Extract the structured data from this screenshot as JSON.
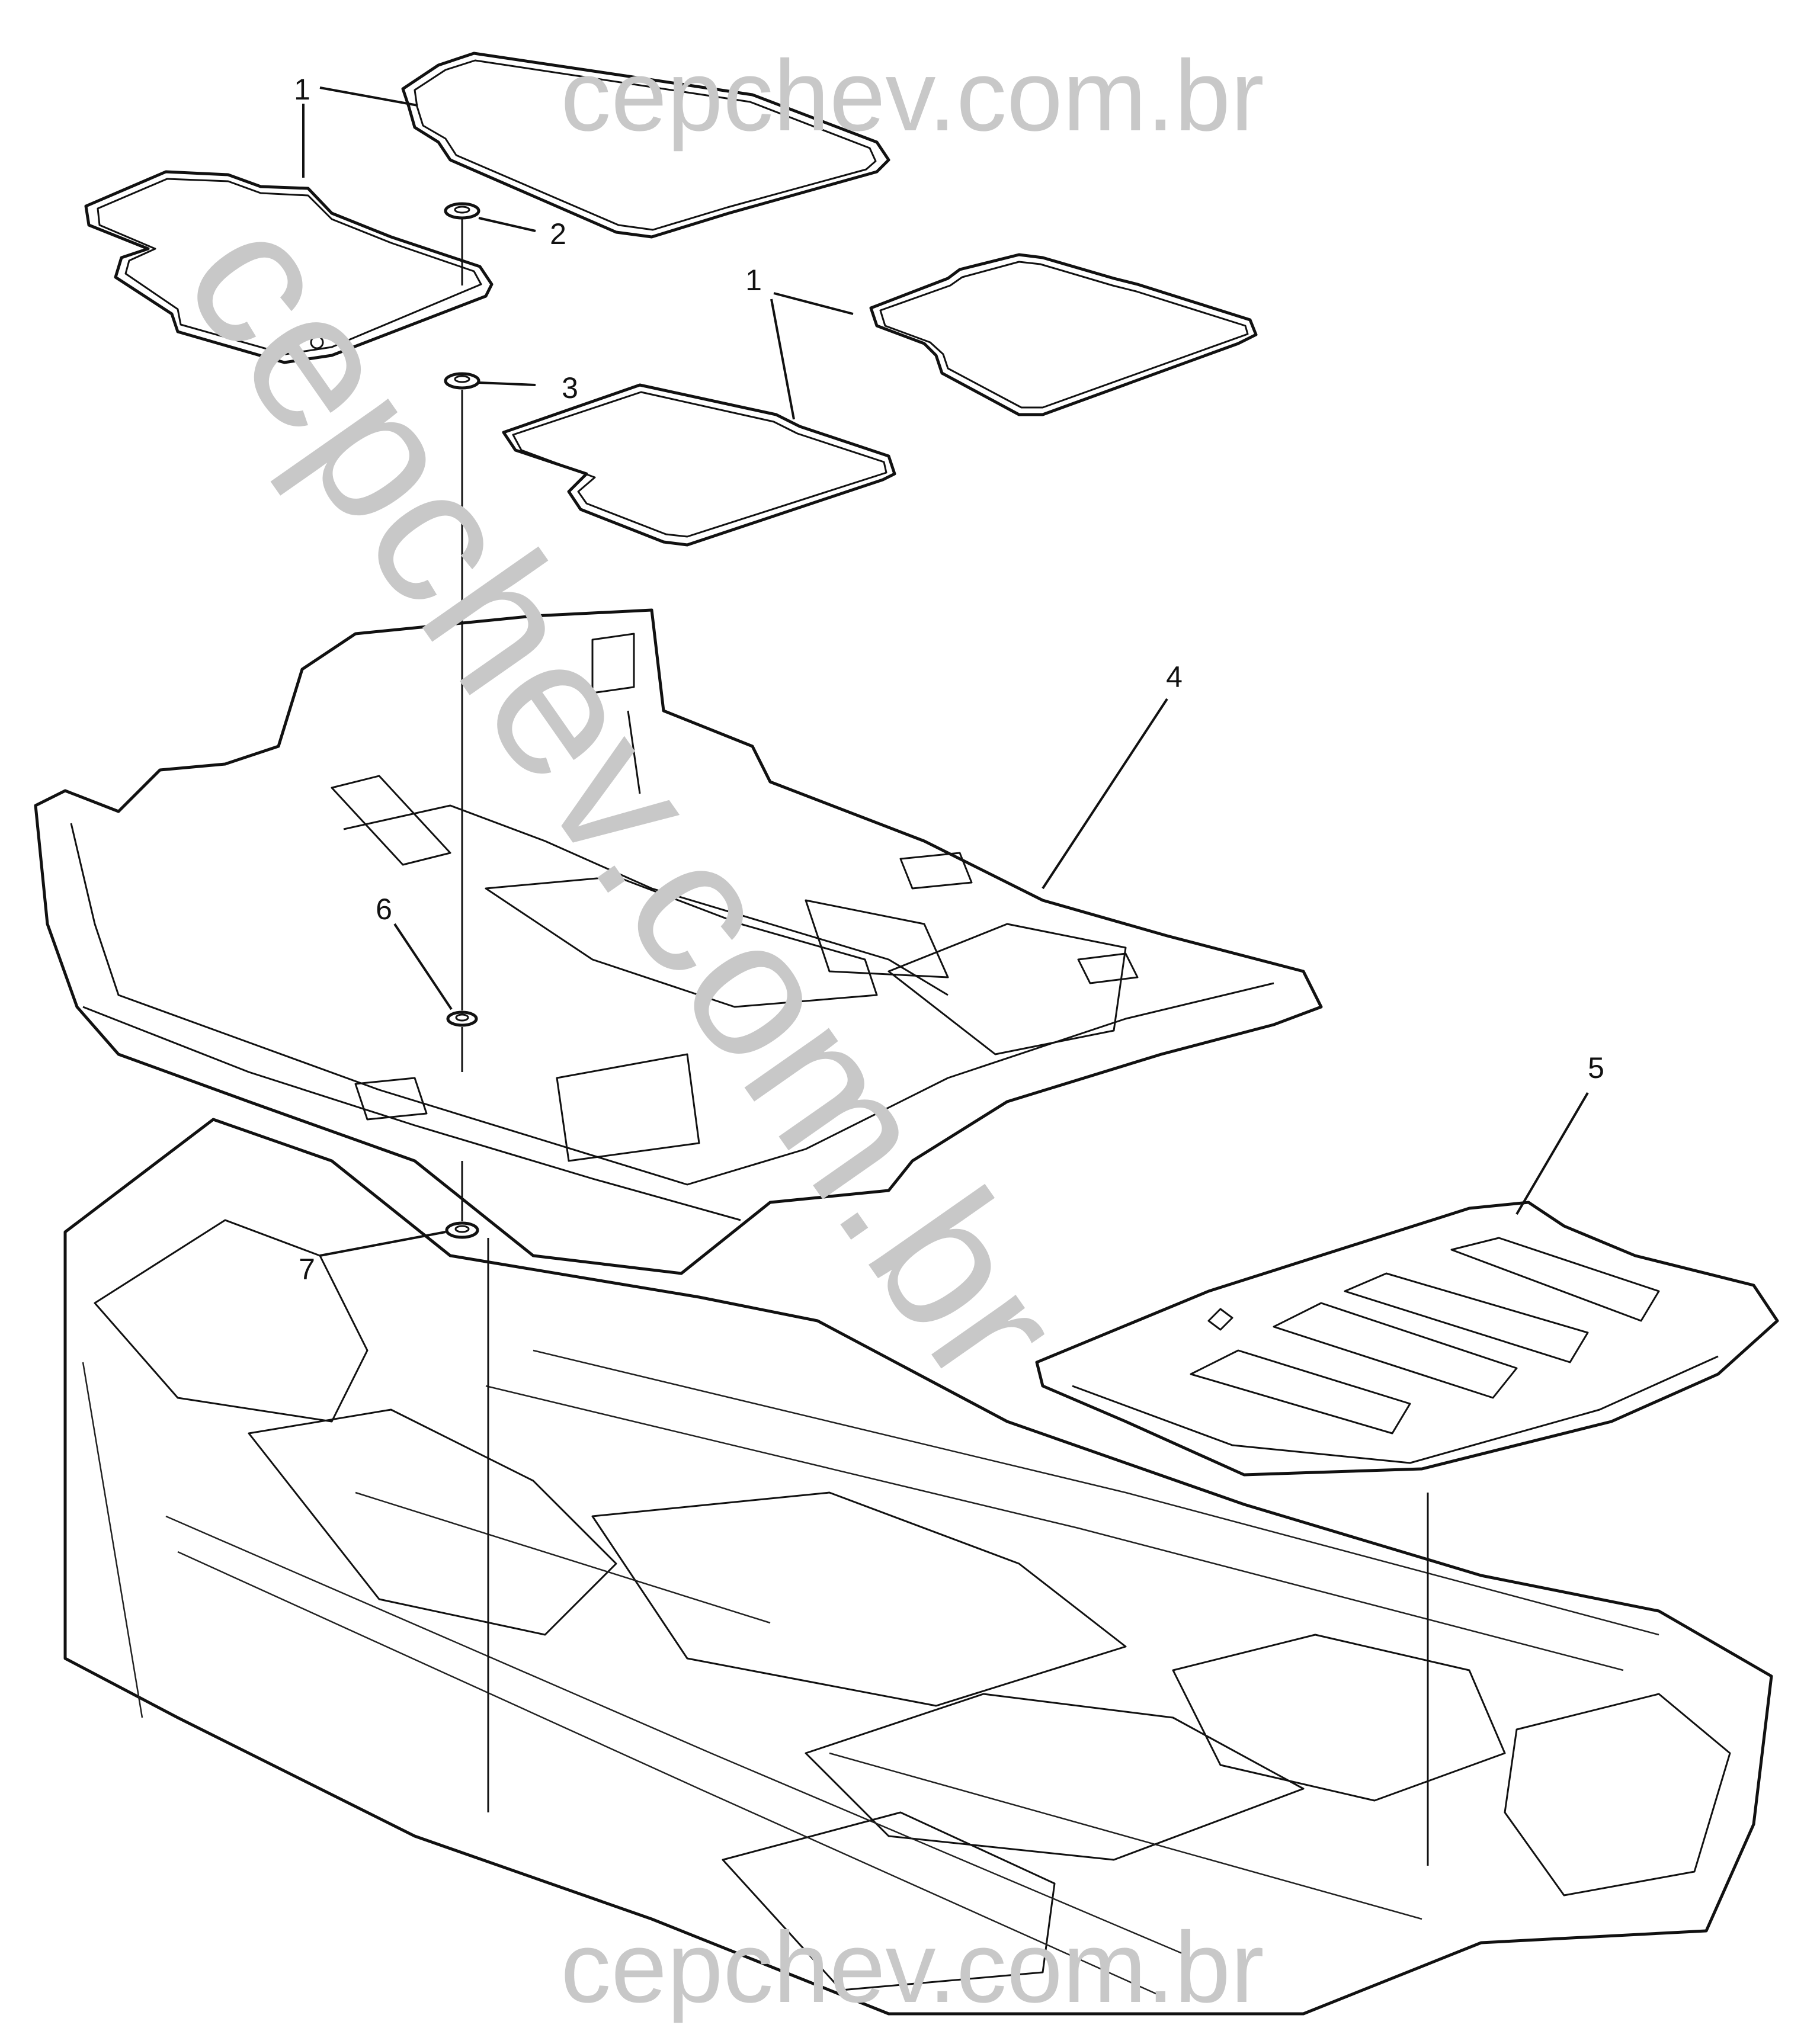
{
  "watermark": {
    "text": "cepchev.com.br",
    "color": "#c8c8c8"
  },
  "callouts": [
    {
      "id": "1a",
      "label": "1"
    },
    {
      "id": "1b",
      "label": "1"
    },
    {
      "id": "2",
      "label": "2"
    },
    {
      "id": "3",
      "label": "3"
    },
    {
      "id": "4",
      "label": "4"
    },
    {
      "id": "5",
      "label": "5"
    },
    {
      "id": "6",
      "label": "6"
    },
    {
      "id": "7",
      "label": "7"
    }
  ]
}
